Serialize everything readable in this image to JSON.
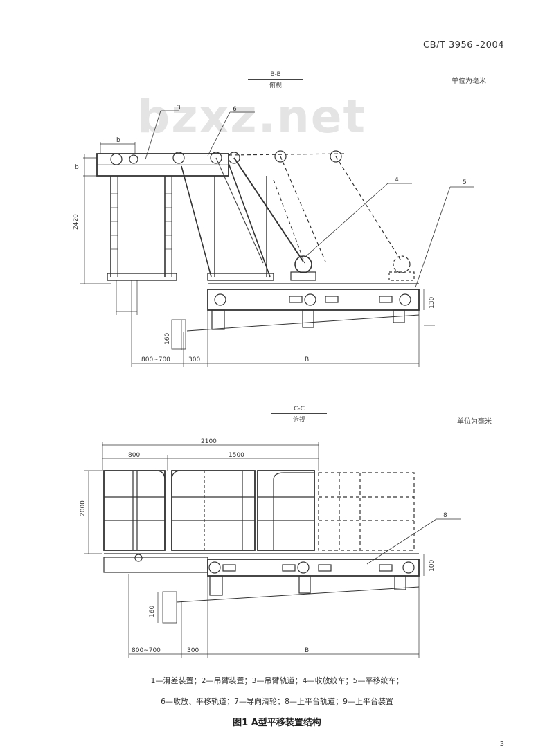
{
  "header": {
    "standard_no": "CB/T 3956 -2004"
  },
  "watermark": "bzxz.net",
  "figure_top": {
    "section": "B-B",
    "view": "俯视",
    "unit": "单位为毫米",
    "callouts": {
      "c3": "3",
      "c6": "6",
      "c4": "4",
      "c5": "5"
    },
    "dims": {
      "d_b": "b",
      "d_b2": "b",
      "height": "2420",
      "d_160": "160",
      "d_130": "130",
      "range": "800~700",
      "d_300": "300",
      "d_B": "B"
    }
  },
  "figure_bottom": {
    "section": "C-C",
    "view": "俯视",
    "unit": "单位为毫米",
    "callouts": {
      "c8": "8"
    },
    "dims": {
      "total": "2100",
      "d_800": "800",
      "d_1500": "1500",
      "height": "2000",
      "d_100": "100",
      "d_160": "160",
      "range": "800~700",
      "d_300": "300",
      "d_B": "B"
    }
  },
  "legend": {
    "line1": "1—滑差装置；2—吊臂装置；3—吊臂轨道；4—收放绞车；5—平移绞车；",
    "line2": "6—收放、平移轨道；7—导向滑轮；8—上平台轨道；9—上平台装置"
  },
  "caption": "图1  A型平移装置结构",
  "page_number": "3"
}
